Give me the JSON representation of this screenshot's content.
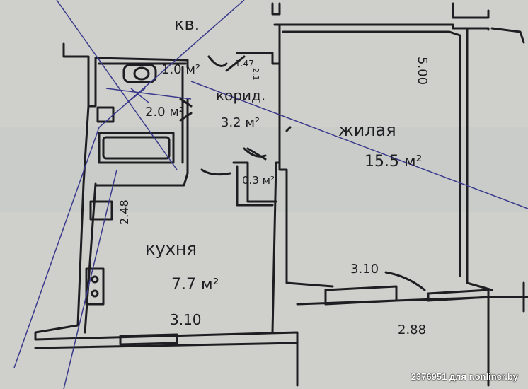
{
  "title": "кв.",
  "rooms": {
    "living": {
      "name": "жилая",
      "area": "15.5 м²",
      "length": "5.00",
      "width": "3.10",
      "width_lower": "2.88"
    },
    "kitchen": {
      "name": "кухня",
      "area": "7.7 м²",
      "width": "3.10",
      "depth": "2.48"
    },
    "corridor": {
      "name": "корид.",
      "area": "3.2 м²"
    },
    "toilet": {
      "area": "1.0 м²"
    },
    "bathroom": {
      "area": "2.0 м²"
    },
    "closet": {
      "area": "0.3 м²"
    }
  },
  "dimensions": {
    "small_left": "1.47",
    "small_right": "2.1"
  },
  "watermark": "2376951 для r.onliner.by",
  "colors": {
    "paper": "#cfd0cb",
    "ink": "#1e1e22",
    "pen": "#3a3a8c"
  }
}
